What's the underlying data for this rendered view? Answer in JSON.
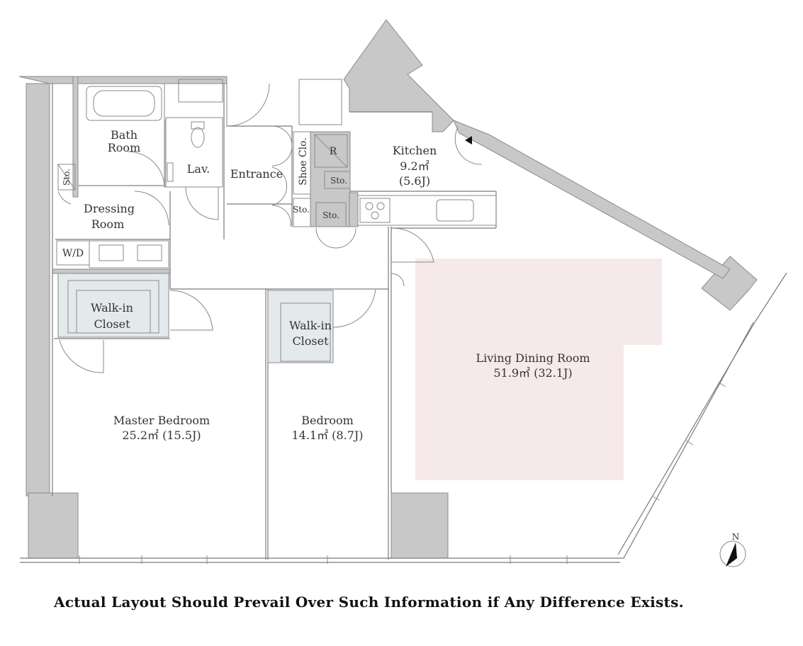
{
  "rooms": {
    "bath_room": [
      "Bath",
      "Room"
    ],
    "lavatory": "Lav.",
    "entrance": "Entrance",
    "shoe_closet": "Shoe Clo.",
    "kitchen": {
      "name": "Kitchen",
      "area": "9.2㎡",
      "jo": "(5.6J)"
    },
    "refrigerator": "R",
    "storage_labels": [
      "Sto.",
      "Sto.",
      "Sto.",
      "Sto."
    ],
    "dressing_room": [
      "Dressing",
      "Room"
    ],
    "washer_dryer": "W/D",
    "walk_in_closet_1": [
      "Walk-in",
      "Closet"
    ],
    "walk_in_closet_2": [
      "Walk-in",
      "Closet"
    ],
    "master_bedroom": {
      "name": "Master Bedroom",
      "area": "25.2㎡  (15.5J)"
    },
    "bedroom": {
      "name": "Bedroom",
      "area": "14.1㎡  (8.7J)"
    },
    "living_dining_room": {
      "name": "Living Dining Room",
      "area": "51.9㎡  (32.1J)"
    }
  },
  "compass": {
    "label": "N"
  },
  "disclaimer": "Actual Layout Should Prevail Over Such Information if Any Difference Exists.",
  "colors": {
    "wall": "#c8c8c8",
    "ldr_highlight": "#f6e9ea",
    "closet": "#e4e9ec"
  }
}
